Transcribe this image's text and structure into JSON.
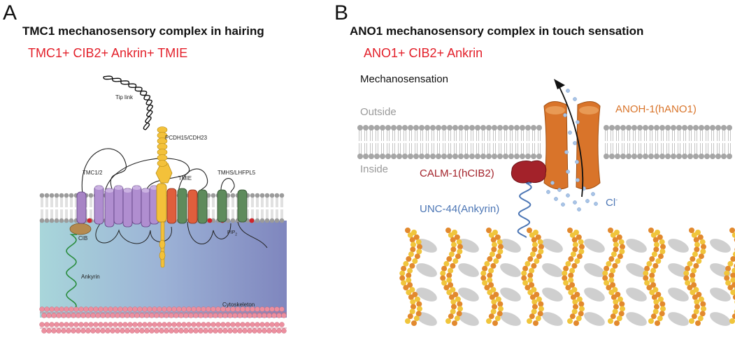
{
  "panel_a": {
    "letter": "A",
    "title": "TMC1 mechanosensory complex in hairing",
    "subtitle": "TMC1+ CIB2+ Ankrin+ TMIE",
    "labels": {
      "tip_link": "Tip link",
      "pcdh": "PCDH15/CDH23",
      "tmc": "TMC1/2",
      "tmie": "TMIE",
      "tmhs": "TMHS/LHFPL5",
      "cib": "CIB",
      "pip_base": "PIP",
      "pip_sub": "2",
      "ankyrin": "Ankyrin",
      "cytoskeleton": "Cytoskeleton"
    }
  },
  "panel_b": {
    "letter": "B",
    "title": "ANO1 mechanosensory complex in touch sensation",
    "subtitle": "ANO1+ CIB2+ Ankrin",
    "labels": {
      "mechanosensation": "Mechanosensation",
      "outside": "Outside",
      "inside": "Inside",
      "anoh": "ANOH-1(hANO1)",
      "calm": "CALM-1(hCIB2)",
      "unc": "UNC-44(Ankyrin)",
      "cl_base": "Cl",
      "cl_sup": "-"
    }
  },
  "colors": {
    "title_red": "#e3212b",
    "anoh_orange": "#d9742a",
    "calm_red": "#a3222a",
    "unc_blue": "#4c76b5",
    "outside_gray": "#9a9a9a"
  }
}
